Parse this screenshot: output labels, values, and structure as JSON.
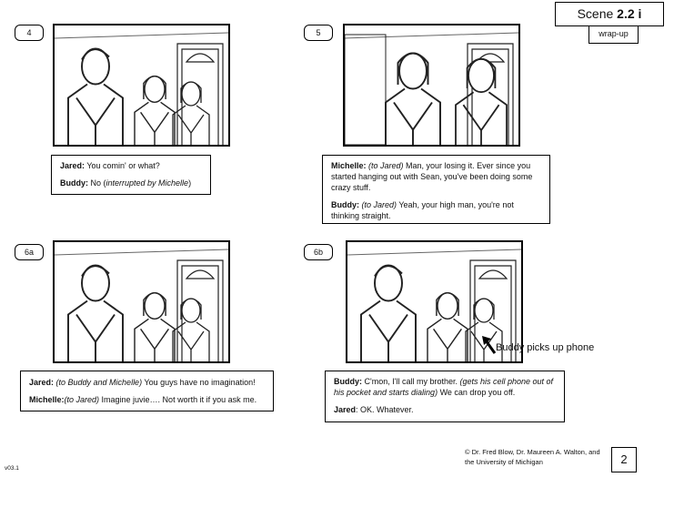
{
  "scene": {
    "prefix": "Scene ",
    "number": "2.2 i",
    "sub": "wrap-up"
  },
  "panels": [
    {
      "id": "4",
      "lines": [
        [
          {
            "b": "Jared:"
          },
          {
            "t": " You comin' or what?"
          }
        ],
        [
          {
            "b": "Buddy:"
          },
          {
            "t": " No ("
          },
          {
            "i": "interrupted by Michelle"
          },
          {
            "t": ")"
          }
        ]
      ]
    },
    {
      "id": "5",
      "lines": [
        [
          {
            "b": "Michelle:"
          },
          {
            "i": " (to Jared)"
          },
          {
            "t": " Man, your losing it. Ever since you started hanging out with Sean, you've been doing some crazy stuff."
          }
        ],
        [
          {
            "b": "Buddy:"
          },
          {
            "i": " (to Jared)"
          },
          {
            "t": " Yeah, your high man, you're not thinking straight."
          }
        ]
      ]
    },
    {
      "id": "6a",
      "lines": [
        [
          {
            "b": "Jared:"
          },
          {
            "i": " (to Buddy and Michelle)"
          },
          {
            "t": " You guys have no imagination!"
          }
        ],
        [
          {
            "b": "Michelle:"
          },
          {
            "i": "(to Jared)"
          },
          {
            "t": " Imagine juvie…. Not worth it if you ask me."
          }
        ]
      ]
    },
    {
      "id": "6b",
      "lines": [
        [
          {
            "b": "Buddy:"
          },
          {
            "t": " C'mon, I'll call my brother. "
          },
          {
            "i": "(gets his cell phone out of his pocket and starts dialing)"
          },
          {
            "t": " We can drop you off."
          }
        ],
        [
          {
            "b": "Jared"
          },
          {
            "t": ": OK. Whatever."
          }
        ]
      ]
    }
  ],
  "annotation": "Buddy picks up phone",
  "copyright": "© Dr. Fred Blow, Dr. Maureen A. Walton, and the University of Michigan",
  "page_number": "2",
  "version": "v03.1"
}
